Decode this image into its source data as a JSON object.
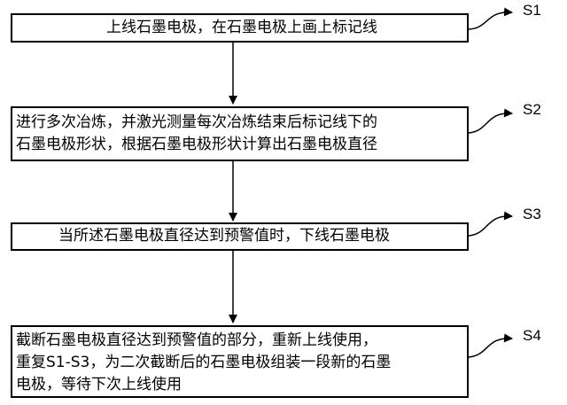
{
  "steps": [
    {
      "label": "S1",
      "text": "上线石墨电极，在石墨电极上画上标记线"
    },
    {
      "label": "S2",
      "text": "进行多次冶炼，并激光测量每次冶炼结束后标记线下的\n石墨电极形状，根据石墨电极形状计算出石墨电极直径"
    },
    {
      "label": "S3",
      "text": "当所述石墨电极直径达到预警值时，下线石墨电极"
    },
    {
      "label": "S4",
      "text": "截断石墨电极直径达到预警值的部分，重新上线使用，\n重复S1-S3，为二次截断后的石墨电极组装一段新的石墨\n电极，等待下次上线使用"
    }
  ]
}
